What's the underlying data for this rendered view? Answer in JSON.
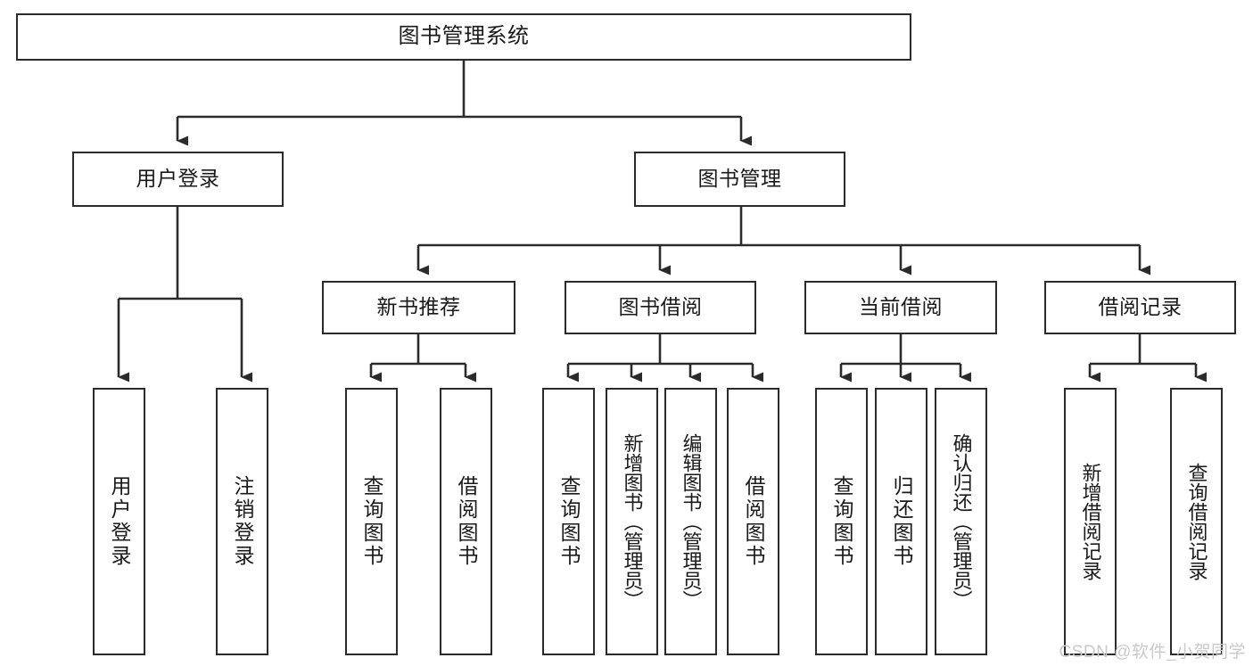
{
  "diagram": {
    "title": "图书管理系统",
    "type": "tree",
    "watermark": "CSDN @软件_小贺同学",
    "colors": {
      "border": "#2b2b2b",
      "background": "#ffffff",
      "text": "#1a1a1a",
      "watermark": "#c9c9c9"
    },
    "root": {
      "label": "图书管理系统"
    },
    "level2": [
      {
        "label": "用户登录"
      },
      {
        "label": "图书管理"
      }
    ],
    "level3": [
      {
        "label": "新书推荐"
      },
      {
        "label": "图书借阅"
      },
      {
        "label": "当前借阅"
      },
      {
        "label": "借阅记录"
      }
    ],
    "leaves": {
      "user_login": [
        {
          "label": "用户登录"
        },
        {
          "label": "注销登录"
        }
      ],
      "new_book": [
        {
          "label": "查询图书"
        },
        {
          "label": "借阅图书"
        }
      ],
      "book_borrow": [
        {
          "label": "查询图书"
        },
        {
          "label": "新增图书（管理员）"
        },
        {
          "label": "编辑图书（管理员）"
        },
        {
          "label": "借阅图书"
        }
      ],
      "current_borrow": [
        {
          "label": "查询图书"
        },
        {
          "label": "归还图书"
        },
        {
          "label": "确认归还（管理员）"
        }
      ],
      "borrow_record": [
        {
          "label": "新增借阅记录"
        },
        {
          "label": "查询借阅记录"
        }
      ]
    }
  }
}
